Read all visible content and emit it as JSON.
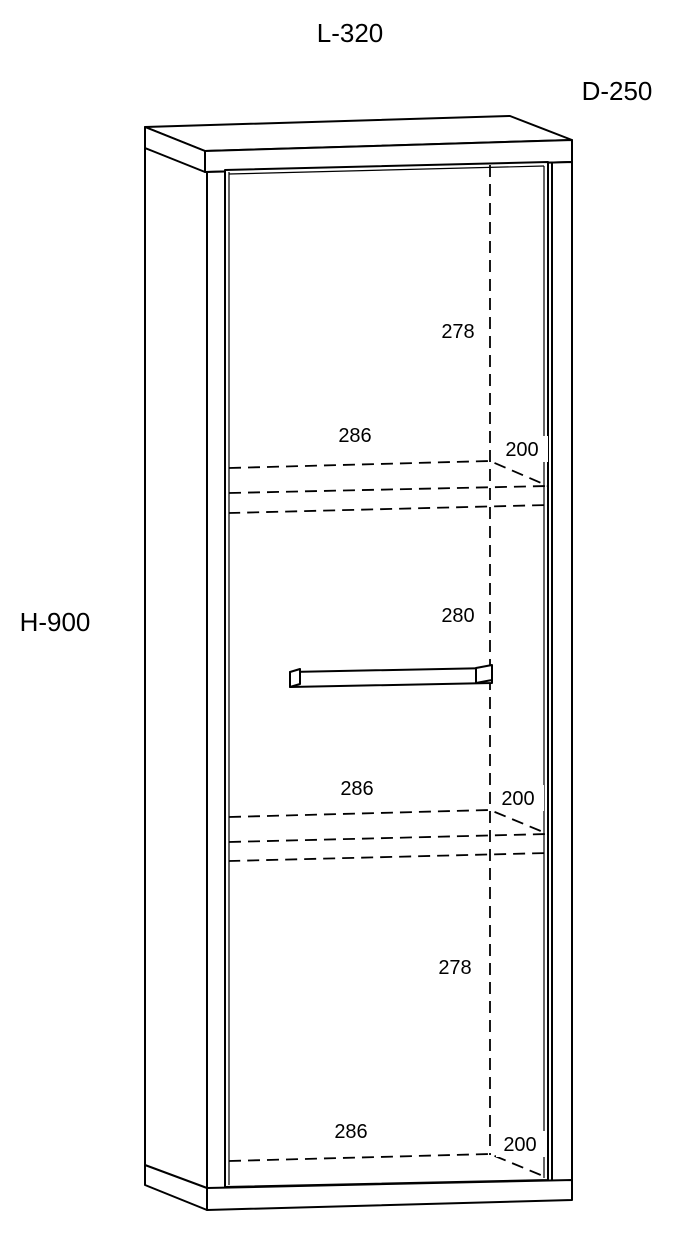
{
  "dimensions": {
    "width": "L-320",
    "depth": "D-250",
    "height": "H-900"
  },
  "interior": {
    "top_section_height": "278",
    "middle_section_height": "280",
    "bottom_section_height": "278",
    "shelves": [
      {
        "width": "286",
        "depth": "200"
      },
      {
        "width": "286",
        "depth": "200"
      },
      {
        "width": "286",
        "depth": "200"
      }
    ]
  }
}
